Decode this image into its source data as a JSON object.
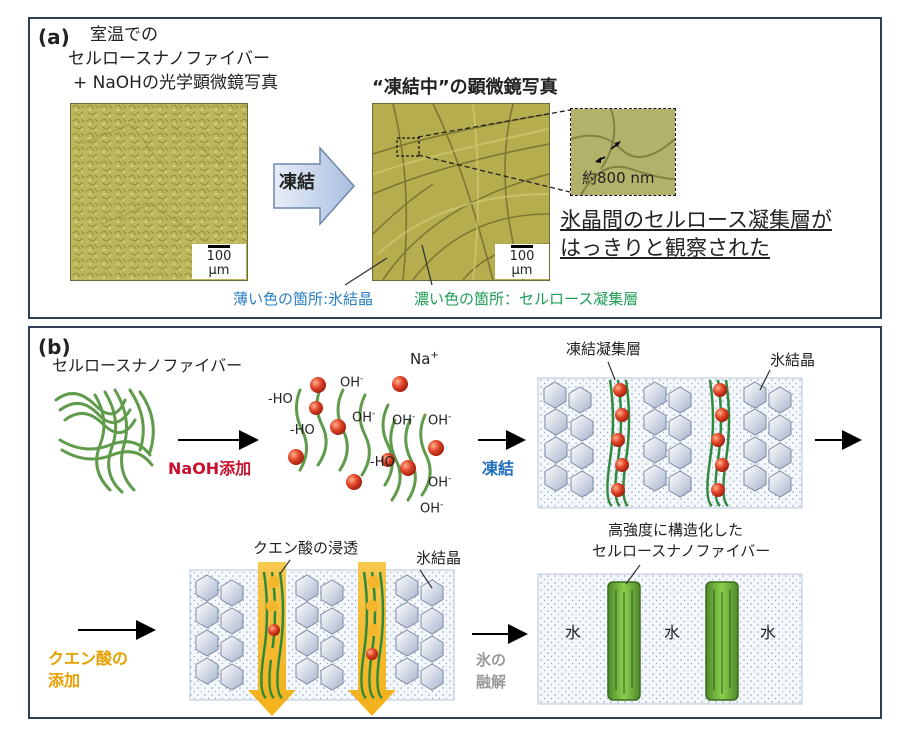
{
  "panel_a": {
    "label": "(a)",
    "caption_left_1": "室温での",
    "caption_left_2": "セルロースナノファイバー",
    "caption_left_3": "+ NaOHの光学顕微鏡写真",
    "caption_right": "“凍結中”の顕微鏡写真",
    "arrow_label": "凍結",
    "zoom_label": "約800 nm",
    "scale_label": "100 μm",
    "observation_1": "氷晶間のセルロース凝集層が",
    "observation_2": "はっきりと観察された",
    "legend_light": "薄い色の箇所:氷結晶",
    "legend_dark": "濃い色の箇所：セルロース凝集層"
  },
  "panel_b": {
    "label": "(b)",
    "cnf_label": "セルロースナノファイバー",
    "naoh_label": "NaOH添加",
    "na_ion": "Na",
    "na_sup": "+",
    "oh_labels": [
      "OH",
      "-HO",
      "OH",
      "-HO",
      "OH",
      "OH",
      "-HO",
      "OH",
      "OH"
    ],
    "oh_sup": "-",
    "freeze_label": "凍結",
    "freeze_layer_label": "凍結凝集層",
    "ice_crystal_label": "氷結晶",
    "citric_infiltration": "クエン酸の浸透",
    "citric_add_1": "クエン酸の",
    "citric_add_2": "添加",
    "ice_crystal_label_2": "氷結晶",
    "melt_1": "氷の",
    "melt_2": "融解",
    "final_1": "高強度に構造化した",
    "final_2": "セルロースナノファイバー",
    "water": "水"
  },
  "colors": {
    "frame": "#2f3e52",
    "naoh_red": "#c8102e",
    "freeze_blue": "#1f6fbf",
    "citric_orange": "#e8a000",
    "melt_gray": "#9a9a9a",
    "legend_blue": "#2b7fc2",
    "legend_green": "#1e9e57",
    "fiber_green": "#5f9b4a",
    "micro_yellow": "#b9b557"
  }
}
